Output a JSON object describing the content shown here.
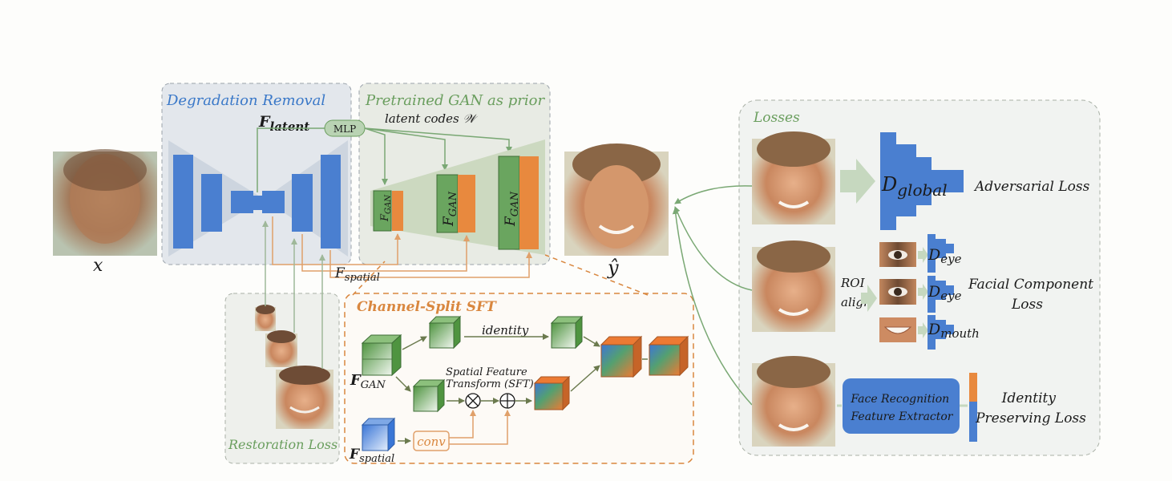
{
  "sections": {
    "degradation_removal": "Degradation Removal",
    "gan_prior": "Pretrained GAN as prior",
    "losses": "Losses",
    "channel_split_sft": "Channel-Split SFT",
    "restoration_loss": "Restoration Loss"
  },
  "labels": {
    "input_x": "x",
    "output_y": "ŷ",
    "f_latent_main": "F",
    "f_latent_sub": "latent",
    "mlp": "MLP",
    "latent_codes": "latent codes 𝒲",
    "f_spatial_main": "F",
    "f_spatial_sub": "spatial",
    "f_gan_main": "F",
    "f_gan_sub": "GAN",
    "identity": "identity",
    "sft_line1": "Spatial Feature",
    "sft_line2": "Transform (SFT)",
    "conv": "conv",
    "roi_line1": "ROI",
    "roi_line2": "align",
    "d_global_main": "D",
    "d_global_sub": "global",
    "d_eye_main": "D",
    "d_eye_sub": "eye",
    "d_mouth_main": "D",
    "d_mouth_sub": "mouth",
    "adversarial_loss": "Adversarial Loss",
    "facial_component_line1": "Facial Component",
    "facial_component_line2": "Loss",
    "face_recog_line1": "Face Recognition",
    "face_recog_line2": "Feature Extractor",
    "identity_line1": "Identity",
    "identity_line2": "Preserving Loss"
  },
  "colors": {
    "blue": "#4a7fd0",
    "green": "#6aa55f",
    "orange": "#e8893e",
    "section_blue": "#3a78c8",
    "section_green": "#6a9e5e",
    "section_orange": "#d9873f",
    "arrow_green": "#7aa874",
    "arrow_orange": "#e0a06a",
    "text_dark": "#1a1a1a"
  }
}
